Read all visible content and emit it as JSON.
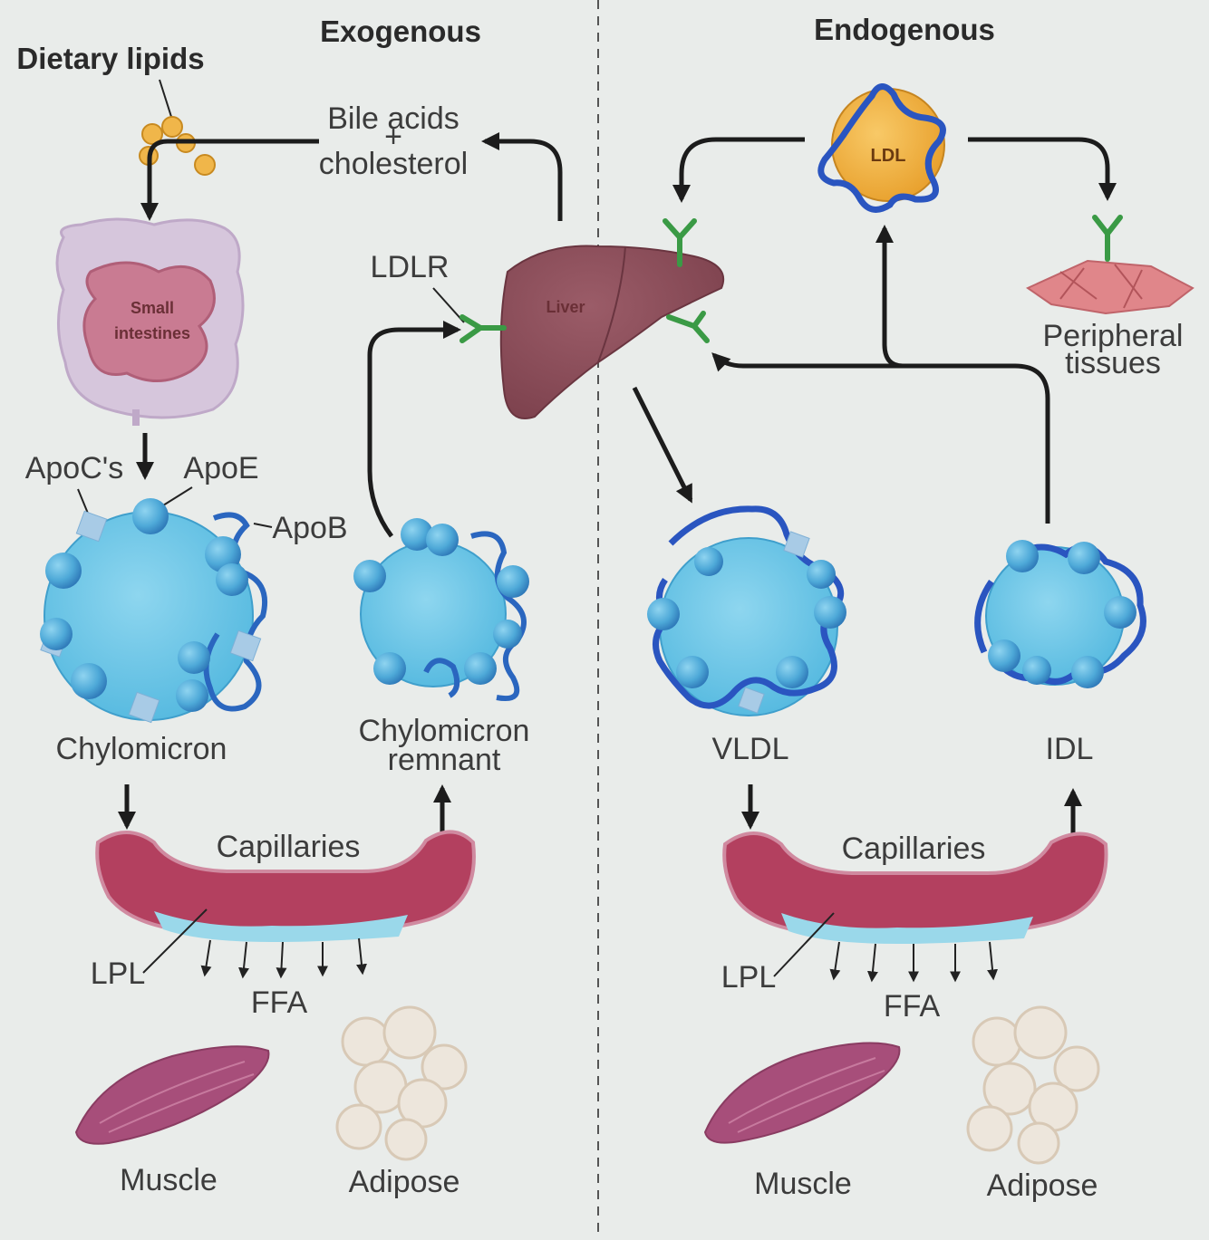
{
  "sections": {
    "exogenous": "Exogenous",
    "endogenous": "Endogenous"
  },
  "labels": {
    "dietary_lipids": "Dietary lipids",
    "bile_acids": "Bile acids",
    "plus": "+",
    "cholesterol": "cholesterol",
    "small": "Small",
    "intestines": "intestines",
    "ldlr": "LDLR",
    "liver": "Liver",
    "ldl": "LDL",
    "peripheral": "Peripheral",
    "tissues": "tissues",
    "apocs": "ApoC's",
    "apoe": "ApoE",
    "apob": "ApoB",
    "chylomicron": "Chylomicron",
    "chylomicron_remnant_1": "Chylomicron",
    "chylomicron_remnant_2": "remnant",
    "vldl": "VLDL",
    "idl": "IDL",
    "capillaries_left": "Capillaries",
    "capillaries_right": "Capillaries",
    "lpl_left": "LPL",
    "lpl_right": "LPL",
    "ffa_left": "FFA",
    "ffa_right": "FFA",
    "muscle_left": "Muscle",
    "adipose_left": "Adipose",
    "muscle_right": "Muscle",
    "adipose_right": "Adipose"
  },
  "colors": {
    "background": "#e9ecea",
    "lipoprotein": "#62c4e3",
    "apoprotein": "#2f6fc4",
    "liver": "#8e4e5a",
    "capillary": "#b53f5e",
    "receptor": "#3a9a45",
    "ldl_core": "#efb03f"
  }
}
